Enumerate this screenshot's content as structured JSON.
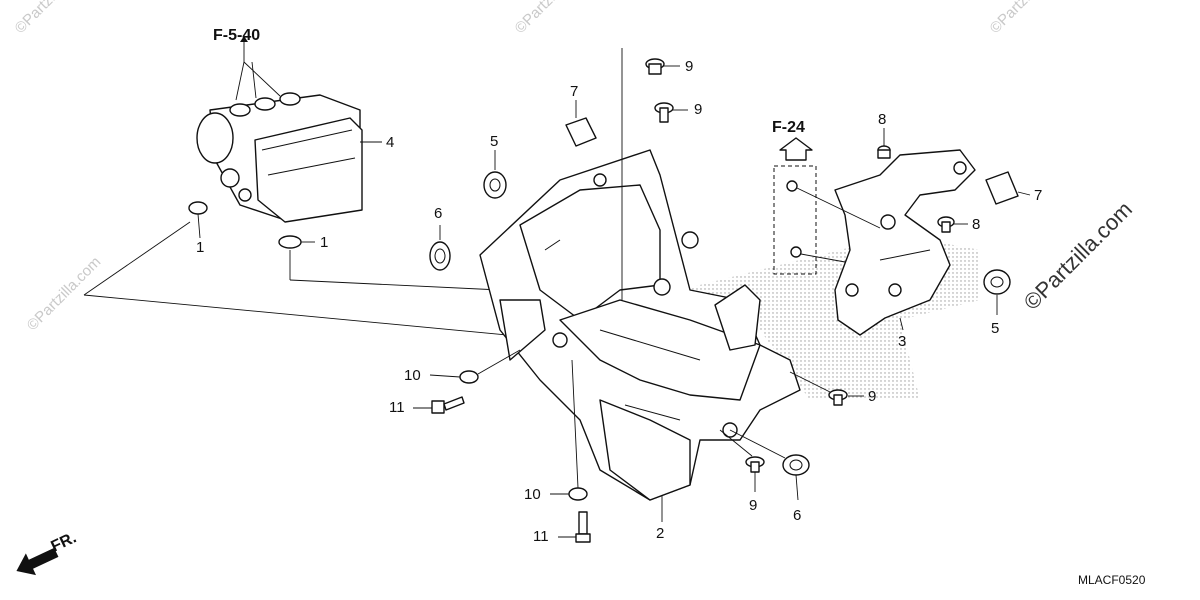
{
  "diagram": {
    "references": {
      "abs_ref": "F-5-40",
      "bracket_ref": "F-24"
    },
    "part_numbers": {
      "p1a": "1",
      "p1b": "1",
      "p2": "2",
      "p3": "3",
      "p4": "4",
      "p5a": "5",
      "p5b": "5",
      "p6a": "6",
      "p6b": "6",
      "p7a": "7",
      "p7b": "7",
      "p8a": "8",
      "p8b": "8",
      "p9a": "9",
      "p9b": "9",
      "p9c": "9",
      "p9d": "9",
      "p10a": "10",
      "p10b": "10",
      "p11a": "11",
      "p11b": "11"
    },
    "direction_label": "FR.",
    "diagram_code": "MLACF0520",
    "watermark": "©Partzilla.com",
    "watermark_large": "©Partzilla.com"
  }
}
